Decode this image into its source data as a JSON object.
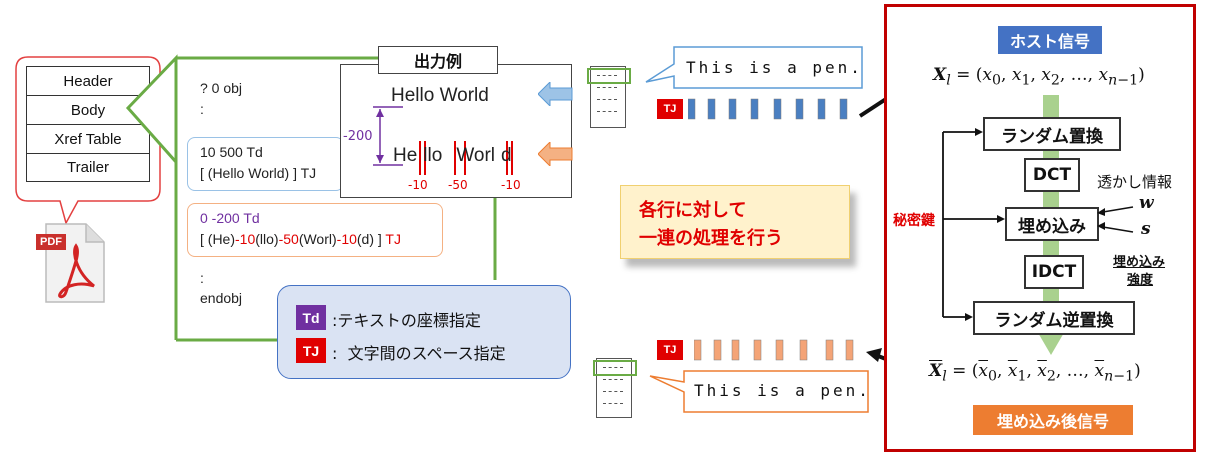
{
  "pdf_structure": {
    "rows": [
      "Header",
      "Body",
      "Xref Table",
      "Trailer"
    ],
    "pdf_icon_label": "PDF"
  },
  "code": {
    "line_obj": "? 0 obj",
    "line_colon1": ":",
    "block1_line1": "10 500 Td",
    "block1_line2": "[ (Hello World) ] TJ",
    "block2_line1": "0 -200 Td",
    "block2_line2_parts": [
      "[ (He)",
      "-10",
      "(llo)",
      "-50",
      "(Worl)",
      "-10",
      "(d) ]",
      " TJ"
    ],
    "line_colon2": ":",
    "line_endobj": "endobj"
  },
  "output_example": {
    "title": "出力例",
    "hello1": "Hello World",
    "hello2_parts": [
      "He",
      "llo",
      "Worl",
      "d"
    ],
    "offset_label": "-200",
    "spacing_labels": [
      "-10",
      "-50",
      "-10"
    ]
  },
  "legend": {
    "td_tag": "Td",
    "td_desc": "テキストの座標指定",
    "tj_tag": "TJ",
    "tj_desc": "文字間のスペース指定"
  },
  "top_doc": {
    "sentence": "This is a pen.",
    "tj_tag": "TJ",
    "bar_color": "#4a7fc1"
  },
  "bottom_doc": {
    "sentence": "This is a pen.",
    "tj_tag": "TJ",
    "bar_color": "#f4a477"
  },
  "note": {
    "line1": "各行に対して",
    "line2": "一連の処理を行う"
  },
  "process": {
    "host_signal": "ホスト信号",
    "permutation": "ランダム置換",
    "dct": "DCT",
    "embed": "埋め込み",
    "idct": "IDCT",
    "inverse_permutation": "ランダム逆置換",
    "secret_key": "秘密鍵",
    "watermark_info": "透かし情報",
    "w_symbol": "w",
    "s_symbol": "s",
    "strength_line1": "埋め込み",
    "strength_line2": "強度",
    "embedded_signal": "埋め込み後信号",
    "colors": {
      "frame": "#c00000",
      "host_bg": "#4472c4",
      "embedded_bg": "#ed7d31",
      "arrow_band": "#a9d18e"
    }
  }
}
